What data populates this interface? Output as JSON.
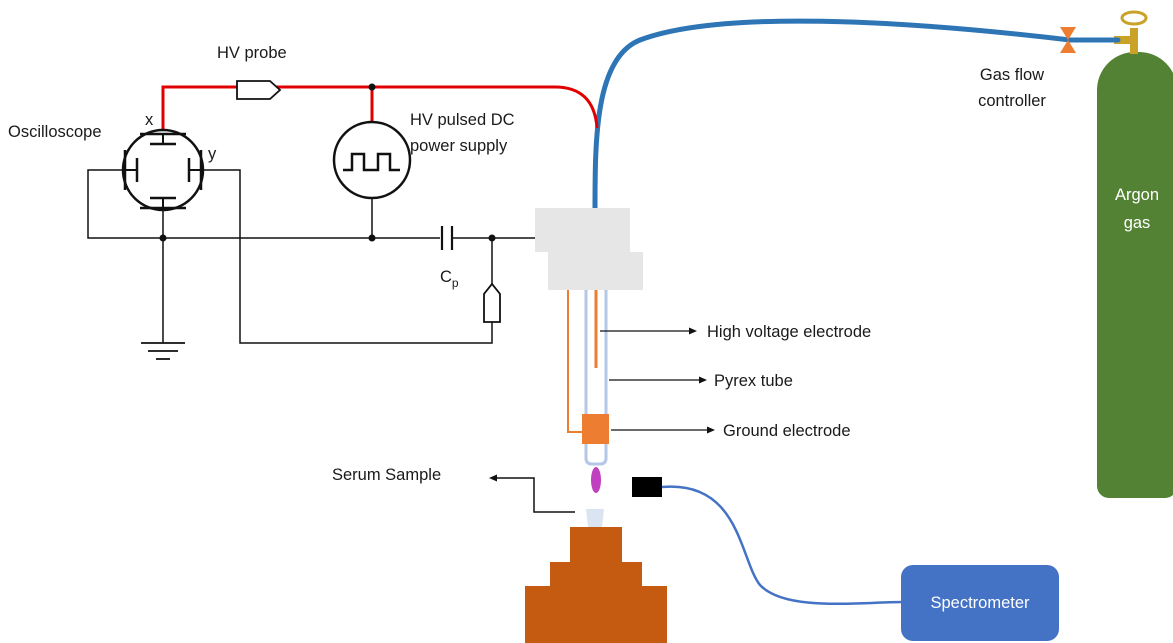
{
  "labels": {
    "hv_probe": "HV probe",
    "oscilloscope": "Oscilloscope",
    "x_terminal": "x",
    "y_terminal": "y",
    "power_supply_line1": "HV pulsed DC",
    "power_supply_line2": "power supply",
    "capacitor": "C",
    "capacitor_sub": "p",
    "high_voltage_electrode": "High voltage electrode",
    "pyrex_tube": "Pyrex tube",
    "ground_electrode": "Ground electrode",
    "serum_sample": "Serum Sample",
    "gas_flow_line1": "Gas flow",
    "gas_flow_line2": "controller",
    "argon_line1": "Argon",
    "argon_line2": "gas",
    "spectrometer": "Spectrometer"
  },
  "colors": {
    "hv_wire": "#e00000",
    "gas_hose": "#2e75b6",
    "fiber_cable": "#4472c4",
    "cylinder": "#548235",
    "valve": "#ed7d31",
    "regulator": "#c9a227",
    "stage": "#c55a11",
    "electrode": "#ed7d31",
    "jet_head": "#e6e6e6",
    "tube": "#b4c7e7",
    "plasma": "#c040c0",
    "spectrometer": "#4472c4"
  }
}
